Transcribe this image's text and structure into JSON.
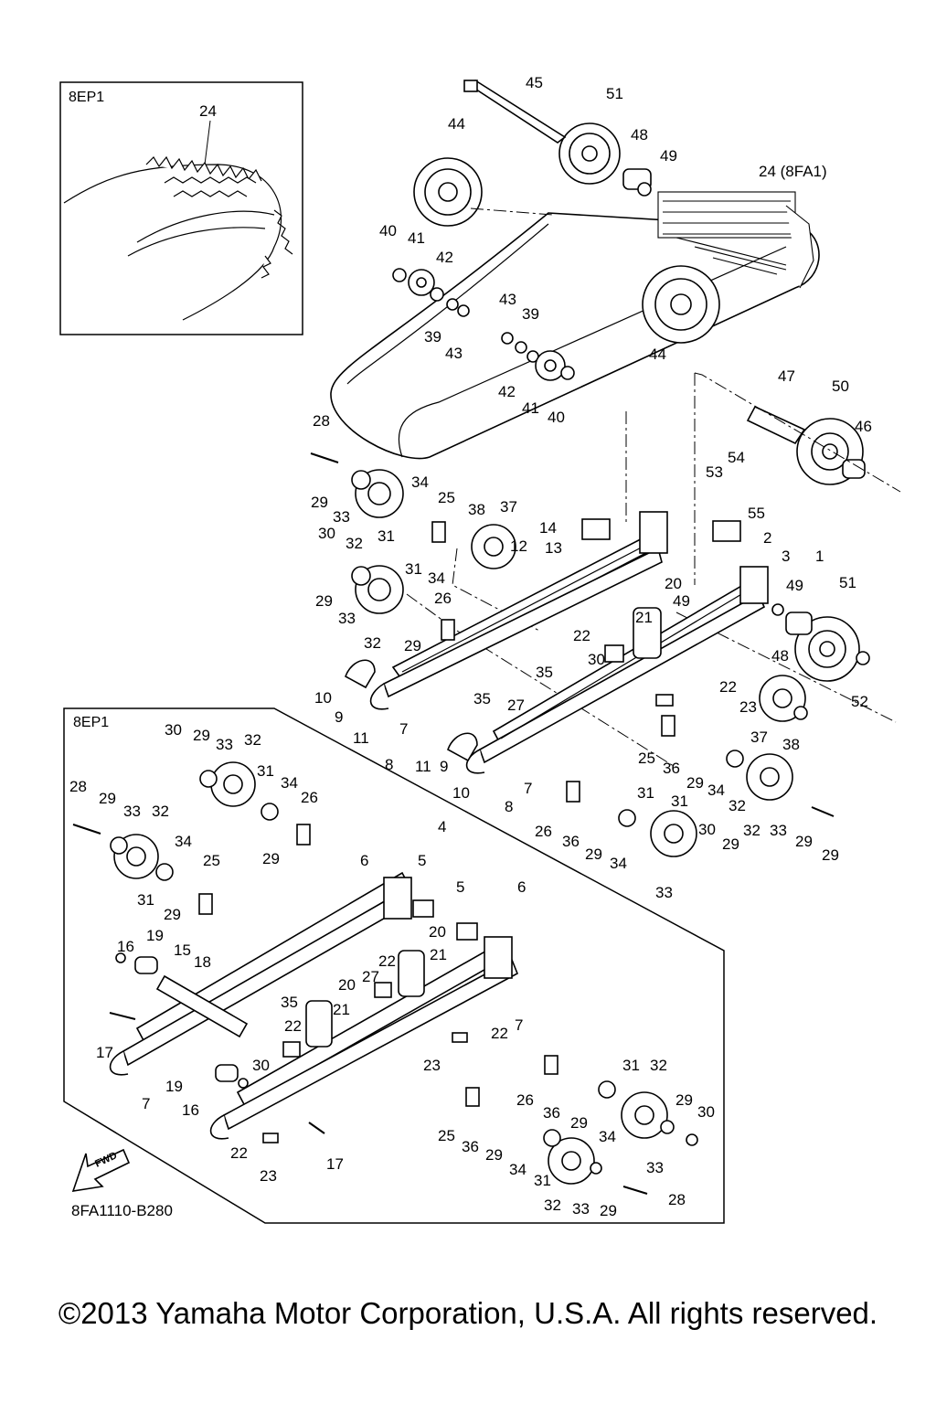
{
  "inset_box": {
    "label": "8EP1",
    "callout": "24"
  },
  "lower_box": {
    "label": "8EP1"
  },
  "fwd_arrow": {
    "label": "FWD"
  },
  "diagram_code": "8FA1110-B280",
  "copyright": "©2013 Yamaha Motor Corporation, U.S.A. All rights reserved.",
  "callouts": {
    "upper": [
      "45",
      "51",
      "44",
      "48",
      "49",
      "24 (8FA1)",
      "40",
      "41",
      "42",
      "43",
      "39",
      "39",
      "43",
      "44",
      "42",
      "41",
      "40",
      "47",
      "50",
      "46",
      "28",
      "29",
      "33",
      "32",
      "31",
      "34",
      "25",
      "38",
      "37",
      "14",
      "13",
      "12",
      "54",
      "53",
      "55",
      "2",
      "3",
      "1",
      "30",
      "29",
      "33",
      "32",
      "31",
      "34",
      "29",
      "26",
      "20",
      "21",
      "49",
      "49",
      "51",
      "22",
      "30",
      "48",
      "52",
      "10",
      "9",
      "35",
      "35",
      "27",
      "11",
      "8",
      "11",
      "9",
      "22",
      "23",
      "37",
      "38",
      "10",
      "7",
      "7",
      "8",
      "25",
      "36",
      "29",
      "34",
      "31",
      "32",
      "31",
      "26",
      "36",
      "29",
      "34",
      "32",
      "33",
      "29",
      "30",
      "29",
      "33",
      "29",
      "28"
    ],
    "lower": [
      "30",
      "29",
      "33",
      "32",
      "31",
      "34",
      "28",
      "29",
      "33",
      "32",
      "26",
      "29",
      "34",
      "31",
      "29",
      "25",
      "4",
      "6",
      "5",
      "5",
      "6",
      "16",
      "19",
      "15",
      "18",
      "20",
      "22",
      "21",
      "27",
      "20",
      "35",
      "22",
      "21",
      "17",
      "30",
      "7",
      "22",
      "23",
      "19",
      "16",
      "7",
      "22",
      "23",
      "17",
      "31",
      "32",
      "26",
      "36",
      "29",
      "34",
      "29",
      "30",
      "25",
      "36",
      "29",
      "34",
      "31",
      "33",
      "32",
      "33",
      "29",
      "28"
    ]
  }
}
